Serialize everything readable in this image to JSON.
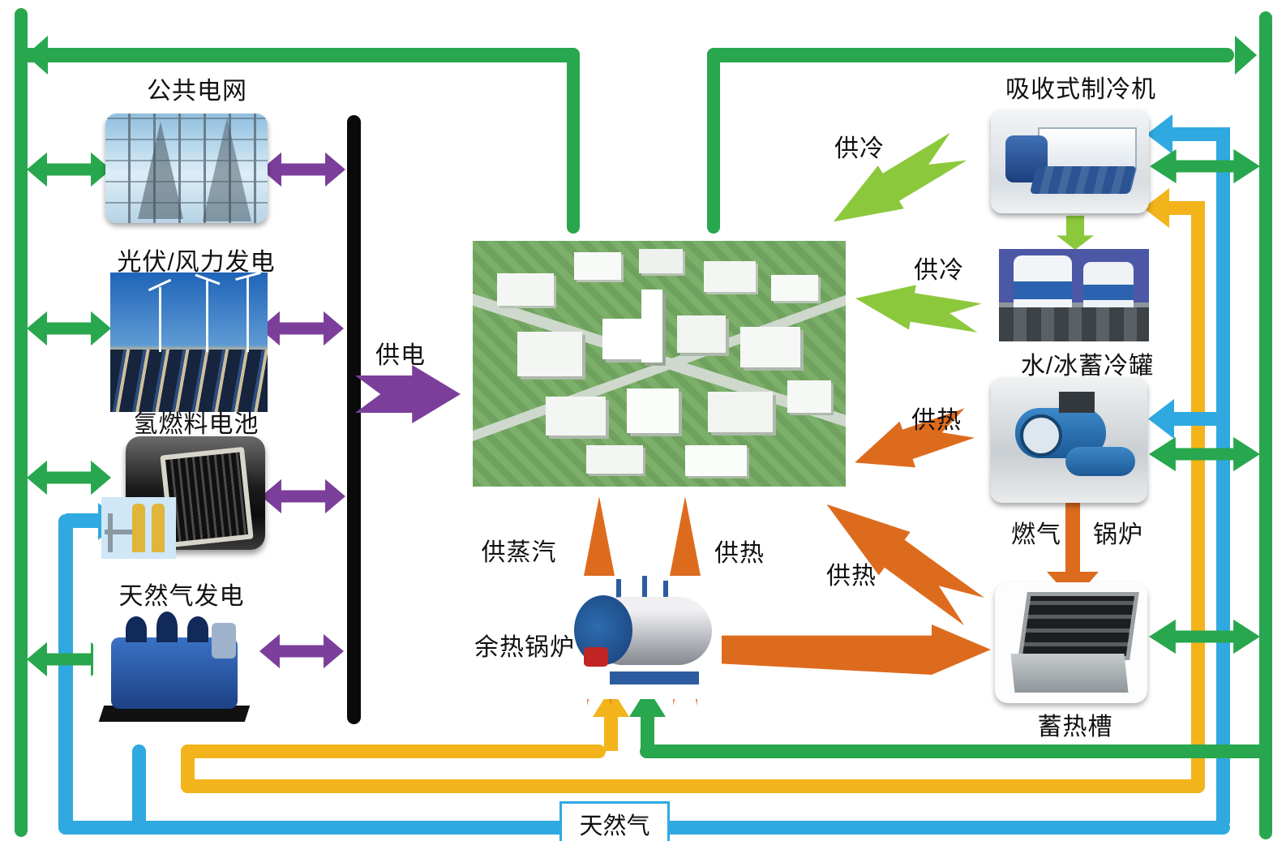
{
  "colors": {
    "electric_green": "#28a74e",
    "cooling_green": "#8cc83c",
    "power_purple": "#7b3f9b",
    "heat_orange": "#dd6b1e",
    "gas_yellow": "#f3b31b",
    "gas_blue": "#2fa9e0",
    "bus_black": "#0a0a0a"
  },
  "equipment": {
    "public_grid": {
      "label": "公共电网"
    },
    "pv_wind": {
      "label": "光伏/风力发电"
    },
    "hydrogen_fuel_cell": {
      "label": "氢燃料电池"
    },
    "natural_gas_generator": {
      "label": "天然气发电"
    },
    "waste_heat_boiler": {
      "label": "余热锅炉"
    },
    "absorption_chiller": {
      "label": "吸收式制冷机"
    },
    "cold_storage_tank": {
      "label": "水/冰蓄冷罐"
    },
    "gas_boiler": {
      "label_left": "燃气",
      "label_right": "锅炉"
    },
    "heat_storage_tank": {
      "label": "蓄热槽"
    },
    "natural_gas_supply": {
      "label": "天然气"
    }
  },
  "flow_labels": {
    "power_supply": "供电",
    "cooling_from_chiller": "供冷",
    "cooling_from_tank": "供冷",
    "steam_supply": "供蒸汽",
    "heat_to_city": "供热",
    "heat_from_gas_boiler": "供热",
    "heat_from_heat_storage": "供热"
  }
}
